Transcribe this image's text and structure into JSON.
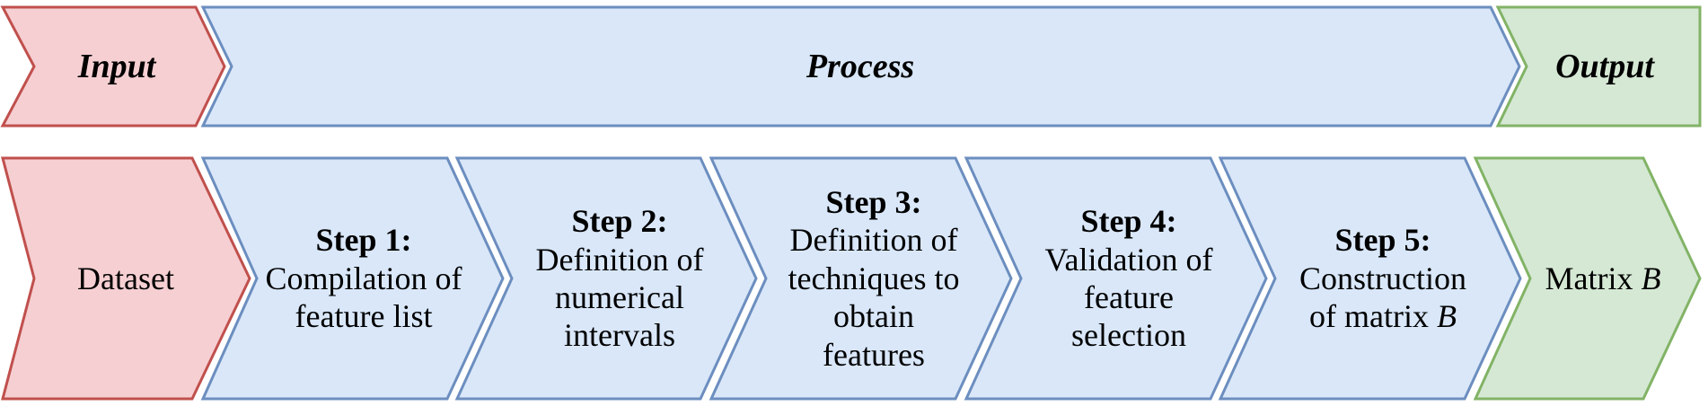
{
  "colors": {
    "input_fill": "#f6cfd2",
    "input_stroke": "#c0504d",
    "process_fill": "#d9e7f9",
    "process_stroke": "#6c8ebf",
    "output_fill": "#d5e8d4",
    "output_stroke": "#82b366"
  },
  "header": {
    "input": "Input",
    "process": "Process",
    "output": "Output"
  },
  "input_box": {
    "label": "Dataset"
  },
  "steps": [
    {
      "title": "Step 1:",
      "description": "Compilation of\nfeature list"
    },
    {
      "title": "Step 2:",
      "description": "Definition of\nnumerical\nintervals"
    },
    {
      "title": "Step 3:",
      "description": "Definition of\ntechniques to\nobtain\nfeatures"
    },
    {
      "title": "Step 4:",
      "description": "Validation of\nfeature\nselection"
    },
    {
      "title": "Step 5:",
      "description": "Construction\nof matrix",
      "var": "B"
    }
  ],
  "output_box": {
    "label": "Matrix",
    "var": "B"
  }
}
